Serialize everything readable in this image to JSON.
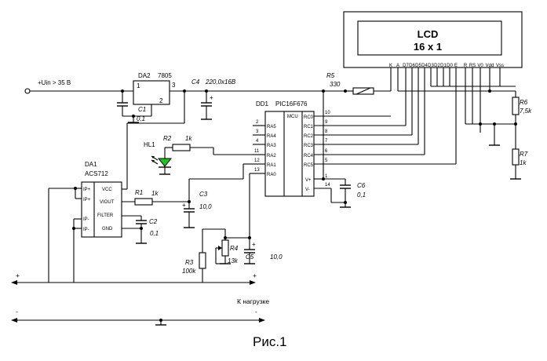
{
  "figure_caption": "Рис.1",
  "input_label": "+Uin > 35 В",
  "load_label": "К нагрузке",
  "lcd": {
    "title": "LCD",
    "size": "16 x 1",
    "pins": [
      "K",
      "A",
      "D7",
      "D6",
      "D5",
      "D4",
      "D3",
      "D2",
      "D1",
      "D0",
      "E",
      "R",
      "RS",
      "V0",
      "Vdd",
      "Vss"
    ]
  },
  "da2": {
    "ref": "DA2",
    "part": "7805",
    "pin1": "1",
    "pin2": "2",
    "pin3": "3"
  },
  "da1": {
    "ref": "DA1",
    "part": "ACS712",
    "pins_left": [
      "IP+",
      "IP+",
      "IP-",
      "IP-"
    ],
    "pins_right": [
      "VCC",
      "VIOUT",
      "FILTER",
      "GND"
    ]
  },
  "dd1": {
    "ref": "DD1",
    "part": "PIC16F676",
    "mcu": "MCU",
    "left_pins": [
      {
        "num": "2",
        "name": "RA5"
      },
      {
        "num": "3",
        "name": "RA4"
      },
      {
        "num": "4",
        "name": "RA3"
      },
      {
        "num": "11",
        "name": "RA2"
      },
      {
        "num": "12",
        "name": "RA1"
      },
      {
        "num": "13",
        "name": "RA0"
      }
    ],
    "right_pins": [
      {
        "num": "10",
        "name": "RC0"
      },
      {
        "num": "9",
        "name": "RC1"
      },
      {
        "num": "8",
        "name": "RC2"
      },
      {
        "num": "7",
        "name": "RC3"
      },
      {
        "num": "6",
        "name": "RC4"
      },
      {
        "num": "5",
        "name": "RC5"
      },
      {
        "num": "1",
        "name": "V+"
      },
      {
        "num": "14",
        "name": "V-"
      }
    ]
  },
  "components": {
    "c1": {
      "ref": "C1",
      "value": "0,1"
    },
    "c2": {
      "ref": "C2",
      "value": "0,1"
    },
    "c3": {
      "ref": "C3",
      "value": "10,0"
    },
    "c4": {
      "ref": "C4",
      "value": "220,0x16В"
    },
    "c5": {
      "ref": "C5",
      "value": "10,0"
    },
    "c6": {
      "ref": "C6",
      "value": "0,1"
    },
    "r1": {
      "ref": "R1",
      "value": "1k"
    },
    "r2": {
      "ref": "R2",
      "value": "1k"
    },
    "r3": {
      "ref": "R3",
      "value": "100k"
    },
    "r4": {
      "ref": "R4",
      "value": "13k"
    },
    "r5": {
      "ref": "R5",
      "value": "330"
    },
    "r6": {
      "ref": "R6",
      "value": "7,5k"
    },
    "r7": {
      "ref": "R7",
      "value": "1k"
    },
    "hl1": {
      "ref": "HL1"
    }
  },
  "signs": {
    "plus": "+",
    "minus": "-"
  },
  "colors": {
    "led": "#22c022",
    "line": "#000000"
  }
}
